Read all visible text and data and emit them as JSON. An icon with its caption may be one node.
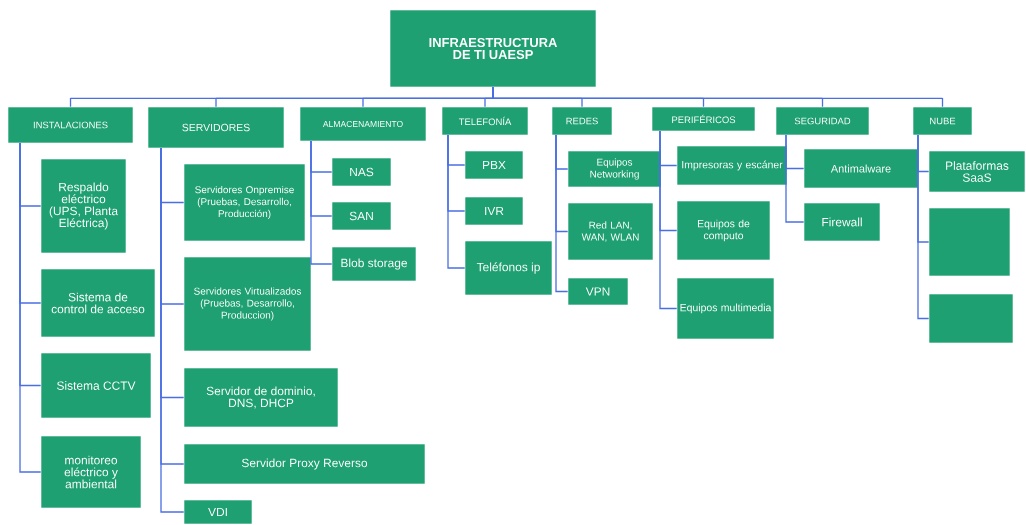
{
  "diagram": {
    "nodes": [
      {
        "text": [
          "INFRAESTRUCTURA DE TI UAESP"
        ]
      },
      {
        "text": [
          "INSTALACIONES"
        ]
      },
      {
        "text": [
          "SERVIDORES"
        ]
      },
      {
        "text": [
          "ALMACENAMIENTO"
        ]
      },
      {
        "text": [
          "TELEFONÍA"
        ]
      },
      {
        "text": [
          "REDES"
        ]
      },
      {
        "text": [
          "PERIFÉRICOS"
        ]
      },
      {
        "text": [
          "SEGURIDAD"
        ]
      },
      {
        "text": [
          "NUBE"
        ]
      },
      {
        "text": [
          "Respaldo eléctrico (UPS, Planta Eléctrica)"
        ]
      },
      {
        "text": [
          "Sistema de control de acceso"
        ]
      },
      {
        "text": [
          "Sistema CCTV"
        ]
      },
      {
        "text": [
          "monitoreo eléctrico y ambiental"
        ]
      },
      {
        "text": [
          "Servidores Onpremise (Pruebas, Desarrollo, Producción)"
        ]
      },
      {
        "text": [
          "Servidores Virtualizados (Pruebas, Desarrollo, Produccion)"
        ]
      },
      {
        "text": [
          "Servidor de dominio, DNS, DHCP"
        ]
      },
      {
        "text": [
          "Servidor Proxy Reverso"
        ]
      },
      {
        "text": [
          "VDI"
        ]
      },
      {
        "text": [
          "NAS"
        ]
      },
      {
        "text": [
          "SAN"
        ]
      },
      {
        "text": [
          "Blob storage"
        ]
      },
      {
        "text": [
          "PBX"
        ]
      },
      {
        "text": [
          "IVR"
        ]
      },
      {
        "text": [
          "Teléfonos ip"
        ]
      },
      {
        "text": [
          "Equipos Networking"
        ]
      },
      {
        "text": [
          "Red LAN, WAN, WLAN"
        ]
      },
      {
        "text": [
          "VPN"
        ]
      },
      {
        "text": [
          "Impresoras y escáner"
        ]
      },
      {
        "text": [
          "Equipos de computo"
        ]
      },
      {
        "text": [
          "Equipos multimedia"
        ]
      },
      {
        "text": [
          "Antimalware"
        ]
      },
      {
        "text": [
          "Firewall"
        ]
      },
      {
        "text": [
          "Plataformas SaaS"
        ]
      },
      {
        "text": [],
        "shape": "box"
      },
      {
        "text": [],
        "shape": "box"
      }
    ],
    "edges": [
      {
        "from": 0,
        "to": 1,
        "arrow": "none"
      },
      {
        "from": 0,
        "to": 2,
        "arrow": "none"
      },
      {
        "from": 0,
        "to": 3,
        "arrow": "none"
      },
      {
        "from": 0,
        "to": 4,
        "arrow": "none"
      },
      {
        "from": 0,
        "to": 5,
        "arrow": "none"
      },
      {
        "from": 0,
        "to": 6,
        "arrow": "none"
      },
      {
        "from": 0,
        "to": 7,
        "arrow": "none"
      },
      {
        "from": 0,
        "to": 8,
        "arrow": "none"
      },
      {
        "from": 1,
        "to": 9,
        "arrow": "none"
      },
      {
        "from": 1,
        "to": 10,
        "arrow": "none"
      },
      {
        "from": 1,
        "to": 11,
        "arrow": "none"
      },
      {
        "from": 1,
        "to": 12,
        "arrow": "none"
      },
      {
        "from": 2,
        "to": 13,
        "arrow": "none"
      },
      {
        "from": 2,
        "to": 14,
        "arrow": "none"
      },
      {
        "from": 2,
        "to": 15,
        "arrow": "none"
      },
      {
        "from": 2,
        "to": 16,
        "arrow": "none"
      },
      {
        "from": 2,
        "to": 17,
        "arrow": "none"
      },
      {
        "from": 3,
        "to": 18,
        "arrow": "none"
      },
      {
        "from": 3,
        "to": 19,
        "arrow": "none"
      },
      {
        "from": 3,
        "to": 20,
        "arrow": "none"
      },
      {
        "from": 4,
        "to": 21,
        "arrow": "none"
      },
      {
        "from": 4,
        "to": 22,
        "arrow": "none"
      },
      {
        "from": 4,
        "to": 23,
        "arrow": "none"
      },
      {
        "from": 5,
        "to": 24,
        "arrow": "none"
      },
      {
        "from": 5,
        "to": 25,
        "arrow": "none"
      },
      {
        "from": 5,
        "to": 26,
        "arrow": "none"
      },
      {
        "from": 6,
        "to": 27,
        "arrow": "none"
      },
      {
        "from": 6,
        "to": 28,
        "arrow": "none"
      },
      {
        "from": 6,
        "to": 29,
        "arrow": "none"
      },
      {
        "from": 7,
        "to": 30,
        "arrow": "none"
      },
      {
        "from": 7,
        "to": 31,
        "arrow": "none"
      },
      {
        "from": 8,
        "to": 32,
        "arrow": "none"
      },
      {
        "from": 8,
        "to": 33,
        "arrow": "none"
      },
      {
        "from": 8,
        "to": 34,
        "arrow": "none"
      }
    ]
  }
}
